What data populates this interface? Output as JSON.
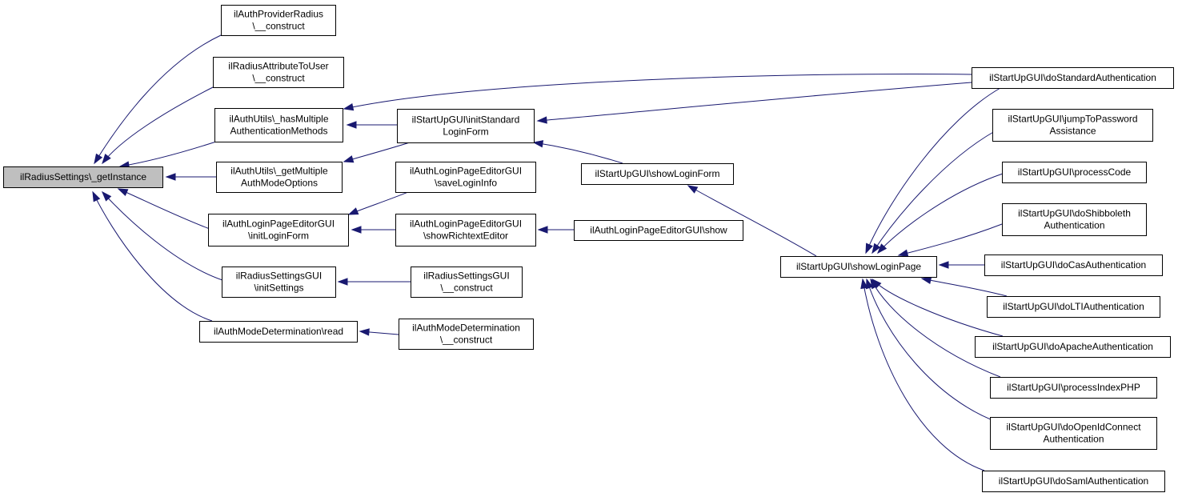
{
  "colors": {
    "edge": "#191970",
    "root_fill": "#bfbfbf",
    "node_fill": "#ffffff",
    "node_stroke": "#000000"
  },
  "nodes": [
    {
      "id": "root",
      "lines": [
        "ilRadiusSettings\\_getInstance"
      ]
    },
    {
      "id": "provRadius",
      "lines": [
        "ilAuthProviderRadius",
        "\\__construct"
      ]
    },
    {
      "id": "radAttr",
      "lines": [
        "ilRadiusAttributeToUser",
        "\\__construct"
      ]
    },
    {
      "id": "hasMulti",
      "lines": [
        "ilAuthUtils\\_hasMultiple",
        "AuthenticationMethods"
      ]
    },
    {
      "id": "getMulti",
      "lines": [
        "ilAuthUtils\\_getMultiple",
        "AuthModeOptions"
      ]
    },
    {
      "id": "initLogin",
      "lines": [
        "ilAuthLoginPageEditorGUI",
        "\\initLoginForm"
      ]
    },
    {
      "id": "radSetGUI",
      "lines": [
        "ilRadiusSettingsGUI",
        "\\initSettings"
      ]
    },
    {
      "id": "modeRead",
      "lines": [
        "ilAuthModeDetermination\\read"
      ]
    },
    {
      "id": "initStd",
      "lines": [
        "ilStartUpGUI\\initStandard",
        "LoginForm"
      ]
    },
    {
      "id": "saveLogin",
      "lines": [
        "ilAuthLoginPageEditorGUI",
        "\\saveLoginInfo"
      ]
    },
    {
      "id": "showRich",
      "lines": [
        "ilAuthLoginPageEditorGUI",
        "\\showRichtextEditor"
      ]
    },
    {
      "id": "radSetCon",
      "lines": [
        "ilRadiusSettingsGUI",
        "\\__construct"
      ]
    },
    {
      "id": "modeCon",
      "lines": [
        "ilAuthModeDetermination",
        "\\__construct"
      ]
    },
    {
      "id": "showForm",
      "lines": [
        "ilStartUpGUI\\showLoginForm"
      ]
    },
    {
      "id": "editorShow",
      "lines": [
        "ilAuthLoginPageEditorGUI\\show"
      ]
    },
    {
      "id": "showPage",
      "lines": [
        "ilStartUpGUI\\showLoginPage"
      ]
    },
    {
      "id": "doStd",
      "lines": [
        "ilStartUpGUI\\doStandardAuthentication"
      ]
    },
    {
      "id": "jumpPw",
      "lines": [
        "ilStartUpGUI\\jumpToPassword",
        "Assistance"
      ]
    },
    {
      "id": "procCode",
      "lines": [
        "ilStartUpGUI\\processCode"
      ]
    },
    {
      "id": "doShib",
      "lines": [
        "ilStartUpGUI\\doShibboleth",
        "Authentication"
      ]
    },
    {
      "id": "doCas",
      "lines": [
        "ilStartUpGUI\\doCasAuthentication"
      ]
    },
    {
      "id": "doLTI",
      "lines": [
        "ilStartUpGUI\\doLTIAuthentication"
      ]
    },
    {
      "id": "doApache",
      "lines": [
        "ilStartUpGUI\\doApacheAuthentication"
      ]
    },
    {
      "id": "procIndex",
      "lines": [
        "ilStartUpGUI\\processIndexPHP"
      ]
    },
    {
      "id": "doOIDC",
      "lines": [
        "ilStartUpGUI\\doOpenIdConnect",
        "Authentication"
      ]
    },
    {
      "id": "doSaml",
      "lines": [
        "ilStartUpGUI\\doSamlAuthentication"
      ]
    }
  ],
  "edges": [
    {
      "from": "provRadius",
      "to": "root"
    },
    {
      "from": "radAttr",
      "to": "root"
    },
    {
      "from": "hasMulti",
      "to": "root"
    },
    {
      "from": "getMulti",
      "to": "root"
    },
    {
      "from": "initLogin",
      "to": "root"
    },
    {
      "from": "radSetGUI",
      "to": "root"
    },
    {
      "from": "modeRead",
      "to": "root"
    },
    {
      "from": "doStd",
      "to": "hasMulti"
    },
    {
      "from": "initStd",
      "to": "hasMulti"
    },
    {
      "from": "initStd",
      "to": "getMulti"
    },
    {
      "from": "saveLogin",
      "to": "initLogin"
    },
    {
      "from": "showRich",
      "to": "initLogin"
    },
    {
      "from": "radSetCon",
      "to": "radSetGUI"
    },
    {
      "from": "modeCon",
      "to": "modeRead"
    },
    {
      "from": "doStd",
      "to": "initStd"
    },
    {
      "from": "showForm",
      "to": "initStd"
    },
    {
      "from": "editorShow",
      "to": "showRich"
    },
    {
      "from": "showPage",
      "to": "showForm"
    },
    {
      "from": "doStd",
      "to": "showPage"
    },
    {
      "from": "jumpPw",
      "to": "showPage"
    },
    {
      "from": "procCode",
      "to": "showPage"
    },
    {
      "from": "doShib",
      "to": "showPage"
    },
    {
      "from": "doCas",
      "to": "showPage"
    },
    {
      "from": "doLTI",
      "to": "showPage"
    },
    {
      "from": "doApache",
      "to": "showPage"
    },
    {
      "from": "procIndex",
      "to": "showPage"
    },
    {
      "from": "doOIDC",
      "to": "showPage"
    },
    {
      "from": "doSaml",
      "to": "showPage"
    }
  ]
}
